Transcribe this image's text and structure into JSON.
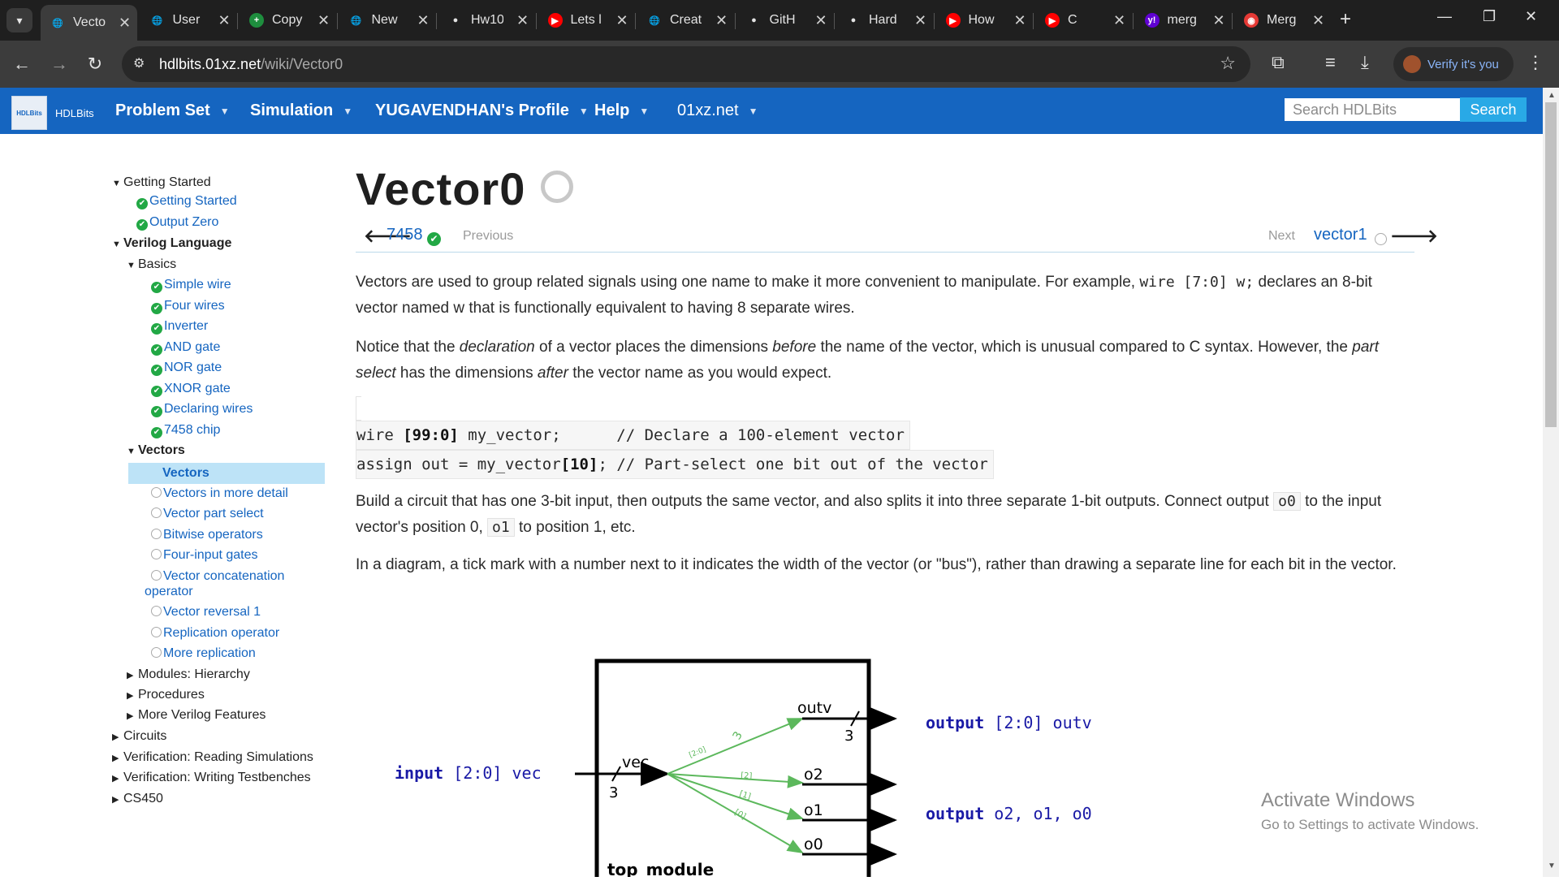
{
  "browser": {
    "tabs": [
      {
        "title": "Vecto",
        "icon": "globe-icon",
        "active": true
      },
      {
        "title": "User",
        "icon": "globe-icon"
      },
      {
        "title": "Copy",
        "icon": "sheets-icon"
      },
      {
        "title": "New",
        "icon": "globe-icon"
      },
      {
        "title": "Hw10",
        "icon": "github-icon"
      },
      {
        "title": "Lets l",
        "icon": "youtube-icon"
      },
      {
        "title": "Creat",
        "icon": "globe-icon"
      },
      {
        "title": "GitH",
        "icon": "github-icon"
      },
      {
        "title": "Hard",
        "icon": "github-icon"
      },
      {
        "title": "How",
        "icon": "youtube-icon"
      },
      {
        "title": "C",
        "icon": "youtube-icon"
      },
      {
        "title": "merg",
        "icon": "yahoo-icon"
      },
      {
        "title": "Merg",
        "icon": "record-icon"
      }
    ],
    "url_host": "hdlbits.01xz.net",
    "url_path": "/wiki/Vector0",
    "verify_label": "Verify it's you"
  },
  "site_nav": {
    "logo_text": "HDLBits",
    "logo_box_text": "HDLBits",
    "items": [
      "Problem Set",
      "Simulation",
      "YUGAVENDHAN's Profile",
      "Help",
      "01xz.net"
    ],
    "search_placeholder": "Search HDLBits",
    "search_button": "Search"
  },
  "sidebar": {
    "getting_started": "Getting Started",
    "gs_items": [
      "Getting Started",
      "Output Zero"
    ],
    "verilog_language": "Verilog Language",
    "basics": "Basics",
    "basics_items": [
      "Simple wire",
      "Four wires",
      "Inverter",
      "AND gate",
      "NOR gate",
      "XNOR gate",
      "Declaring wires",
      "7458 chip"
    ],
    "vectors": "Vectors",
    "vectors_items": [
      "Vectors",
      "Vectors in more detail",
      "Vector part select",
      "Bitwise operators",
      "Four-input gates",
      "Vector concatenation",
      "operator",
      "Vector reversal 1",
      "Replication operator",
      "More replication"
    ],
    "collapsed_sub": [
      "Modules: Hierarchy",
      "Procedures",
      "More Verilog Features"
    ],
    "collapsed_top": [
      "Circuits",
      "Verification: Reading Simulations",
      "Verification: Writing Testbenches",
      "CS450"
    ]
  },
  "page": {
    "title": "Vector0",
    "prev_problem": "7458",
    "previous_label": "Previous",
    "next_label": "Next",
    "next_problem": "vector1",
    "p1_a": "Vectors are used to group related signals using one name to make it more convenient to manipulate. For example, ",
    "p1_code": "wire [7:0] w;",
    "p1_b": " declares an 8-bit vector named w that is functionally equivalent to having 8 separate wires.",
    "p2_a": "Notice that the ",
    "p2_i1": "declaration",
    "p2_b": " of a vector places the dimensions ",
    "p2_i2": "before",
    "p2_c": " the name of the vector, which is unusual compared to C syntax. However, the ",
    "p2_i3": "part select",
    "p2_d": " has the dimensions ",
    "p2_i4": "after",
    "p2_e": " the vector name as you would expect.",
    "code_l1_a": "wire ",
    "code_l1_b": "[99:0]",
    "code_l1_c": " my_vector;      // Declare a 100-element vector",
    "code_l2_a": "assign out = my_vector",
    "code_l2_b": "[10]",
    "code_l2_c": "; // Part-select one bit out of the vector",
    "p3_a": "Build a circuit that has one 3-bit input, then outputs the same vector, and also splits it into three separate 1-bit outputs. Connect output ",
    "p3_c1": "o0",
    "p3_b": " to the input vector's position 0, ",
    "p3_c2": "o1",
    "p3_c": " to position 1, etc.",
    "p4": "In a diagram, a tick mark with a number next to it indicates the width of the vector (or \"bus\"), rather than drawing a separate line for each bit in the vector."
  },
  "diagram": {
    "input_kw": "input",
    "input_rest": "[2:0] vec",
    "output_kw1": "output",
    "output_rest1": "[2:0] outv",
    "output_kw2": "output",
    "output_rest2": "o2, o1, o0",
    "vec": "vec",
    "vec_width": "3",
    "outv": "outv",
    "outv_width": "3",
    "o2": "o2",
    "o1": "o1",
    "o0": "o0",
    "bus_width_label": "3",
    "slice_all": "[2:0]",
    "slice_2": "[2]",
    "slice_1": "[1]",
    "slice_0": "[0]",
    "module_name": "top_module",
    "colors": {
      "wire": "#5cb85c",
      "label": "#1a1aa6"
    }
  },
  "watermark": {
    "line1": "Activate Windows",
    "line2": "Go to Settings to activate Windows."
  }
}
